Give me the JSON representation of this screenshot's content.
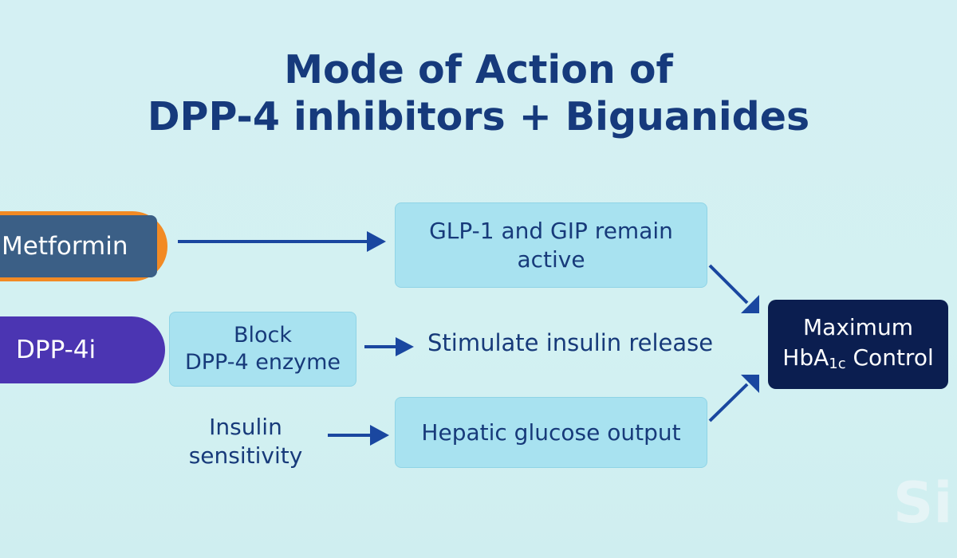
{
  "title": {
    "line1": "Mode of Action of",
    "line2": "DPP-4 inhibitors + Biguanides"
  },
  "nodes": {
    "metformin": "Metformin",
    "dpp4i": "DPP-4i",
    "glp": {
      "line1": "GLP-1 and GIP remain",
      "line2": "active"
    },
    "block": {
      "line1": "Block",
      "line2": "DPP-4 enzyme"
    },
    "stimulate": "Stimulate insulin release",
    "insulin": {
      "line1": "Insulin",
      "line2": "sensitivity"
    },
    "hepatic": "Hepatic glucose output",
    "maximum": {
      "line1": "Maximum",
      "line2_pre": "HbA",
      "line2_sub": "1c",
      "line2_post": " Control"
    }
  },
  "watermark": "Si",
  "colors": {
    "background": "#d4f0f3",
    "title": "#163a7c",
    "metformin_fill": "#3b5f86",
    "metformin_border": "#f28a24",
    "dpp4i_fill": "#4b35b2",
    "box_fill": "#a8e2f0",
    "arrow": "#1a47a0",
    "result_fill": "#0b1e50"
  }
}
